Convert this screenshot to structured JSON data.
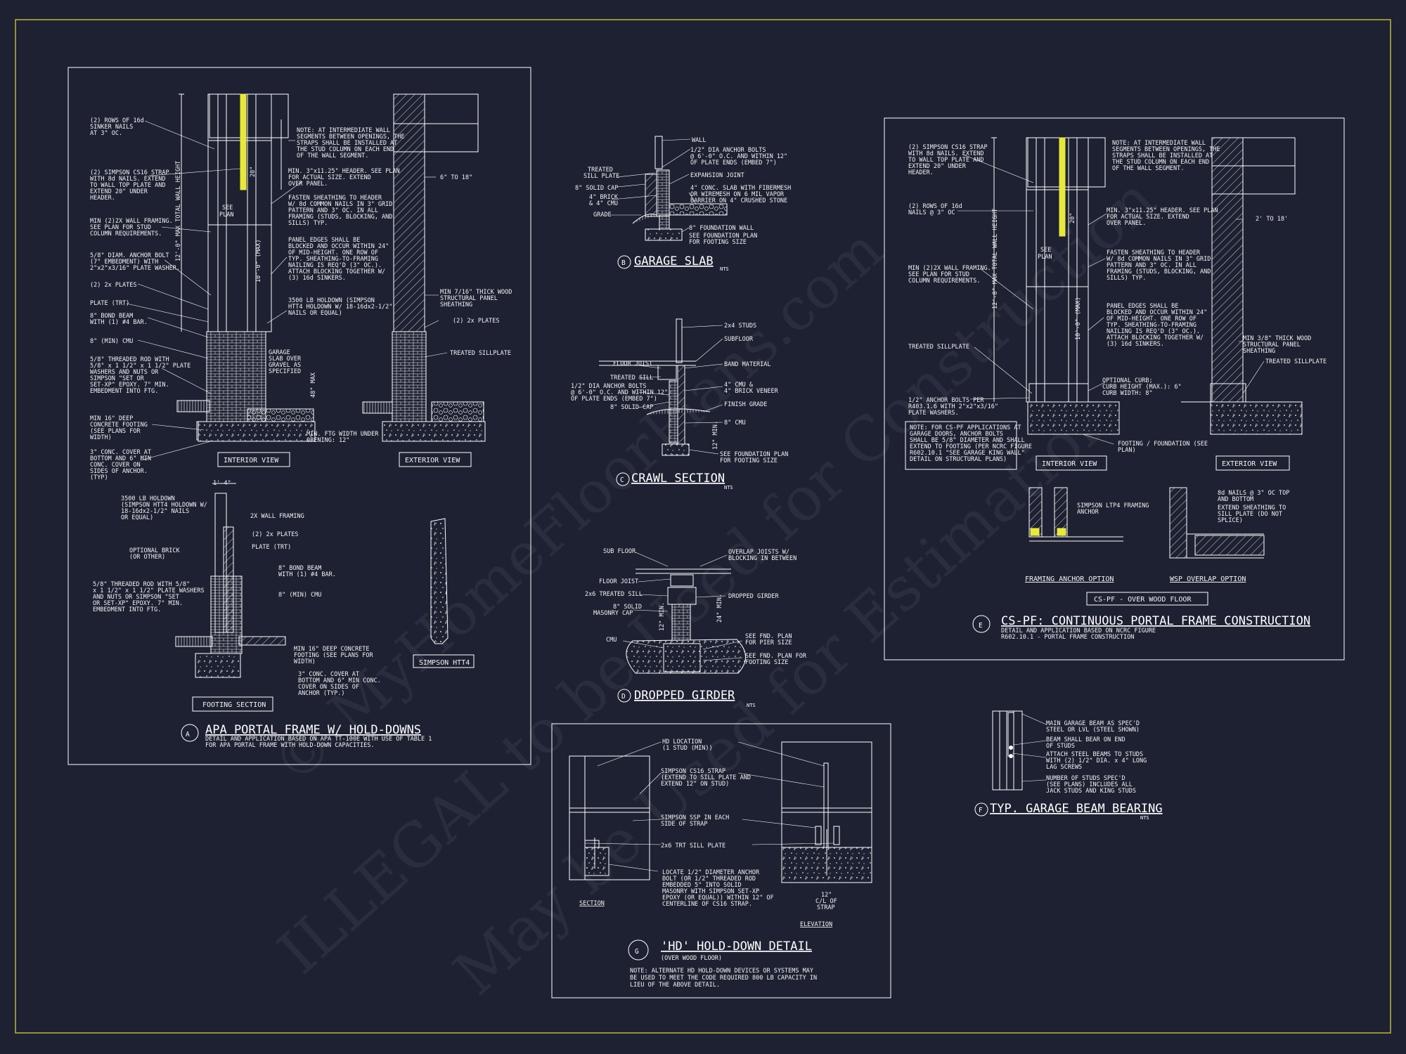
{
  "sheet": {
    "border_color": "#b9b83a",
    "background": "#1e2132",
    "line_color": "#ffffff",
    "highlight_color": "#e8e83a"
  },
  "watermark": {
    "line1": "© MyHomeFloorPlans.com",
    "line2": "ILLEGAL to be Used for Construction",
    "line3": "May be Used for Estimation"
  },
  "details": {
    "A": {
      "letter": "A",
      "title": "APA PORTAL FRAME W/ HOLD-DOWNS",
      "desc1": "DETAIL AND APPLICATION BASED ON APA TT-100E WITH USE OF TABLE 1",
      "desc2": "FOR APA PORTAL FRAME WITH HOLD-DOWN CAPACITIES.",
      "interior_view": "INTERIOR VIEW",
      "exterior_view": "EXTERIOR VIEW",
      "footing_section": "FOOTING SECTION",
      "simpson_htt4": "SIMPSON HTT4",
      "dim_1_4": "1'-4\"",
      "notes": {
        "n1": [
          "(2) ROWS OF 16d",
          "SINKER NAILS",
          "AT 3\" OC."
        ],
        "n2": [
          "(2) SIMPSON CS16 STRAP",
          "WITH 8d NAILS. EXTEND",
          "TO WALL TOP PLATE AND",
          "EXTEND 20\" UNDER",
          "HEADER."
        ],
        "n3": [
          "MIN (2)2X WALL FRAMING.",
          "SEE PLAN FOR STUD",
          "COLUMN REQUIREMENTS."
        ],
        "n4": [
          "5/8\" DIAM. ANCHOR BOLT",
          "(7\" EMBEDMENT) WITH",
          "2\"x2\"x3/16\" PLATE WASHER."
        ],
        "n5": "(2) 2x PLATES",
        "n6": "PLATE (TRT)",
        "n7": [
          "8\" BOND BEAM",
          "WITH (1) #4 BAR."
        ],
        "n8": "8\" (MIN) CMU",
        "n9": [
          "5/8\" THREADED ROD WITH",
          "5/8\" x 1 1/2\" x 1 1/2\" PLATE",
          "WASHERS AND NUTS OR",
          "SIMPSON \"SET OR",
          "SET-XP\" EPOXY. 7\" MIN.",
          "EMBEDMENT INTO FTG."
        ],
        "n10": [
          "MIN 16\" DEEP",
          "CONCRETE FOOTING",
          "(SEE PLANS FOR",
          "WIDTH)"
        ],
        "n11": [
          "3\" CONC. COVER AT",
          "BOTTOM AND 6\" MIN",
          "CONC. COVER ON",
          "SIDES OF ANCHOR.",
          "(TYP)"
        ],
        "r1": [
          "NOTE: AT INTERMEDIATE WALL",
          "SEGMENTS BETWEEN OPENINGS, THE",
          "STRAPS SHALL BE INSTALLED AT",
          "THE STUD COLUMN ON EACH END",
          "OF THE WALL SEGMENT."
        ],
        "r2": [
          "MIN. 3\"x11.25\" HEADER. SEE PLAN",
          "FOR ACTUAL SIZE. EXTEND",
          "OVER PANEL."
        ],
        "r3": [
          "FASTEN SHEATHING TO HEADER",
          "W/ 8d COMMON NAILS IN 3\" GRID",
          "PATTERN AND 3\" OC. IN ALL",
          "FRAMING (STUDS, BLOCKING, AND",
          "SILLS) TYP."
        ],
        "r4": [
          "PANEL EDGES SHALL BE",
          "BLOCKED AND OCCUR WITHIN 24\"",
          "OF MID-HEIGHT. ONE ROW OF",
          "TYP. SHEATHING-TO-FRAMING",
          "NAILING IS REQ'D (3\" OC.).",
          "ATTACH BLOCKING TOGETHER W/",
          "(3) 16d SINKERS."
        ],
        "r5": [
          "3500 LB HOLDOWN (SIMPSON",
          "HTT4 HOLDOWN W/ 18-16dx2-1/2\"",
          "NAILS OR EQUAL)"
        ],
        "garage_slab": [
          "GARAGE",
          "SLAB OVER",
          "GRAVEL AS",
          "SPECIFIED"
        ],
        "see_plan": [
          "SEE",
          "PLAN"
        ],
        "dim_20": "20\"",
        "dim_max": "10'-0\" (MAX)",
        "dim_wall": "12'-0\" MAX TOTAL WALL HEIGHT",
        "dim_48": "48\" MAX",
        "min_ftg": [
          "MIN. FTG WIDTH UNDER",
          "OPENING: 12\""
        ],
        "e1": "6\" TO 18\"",
        "e2": [
          "MIN 7/16\" THICK WOOD",
          "STRUCTURAL PANEL",
          "SHEATHING"
        ],
        "e3": "(2) 2x PLATES",
        "e4": "TREATED SILLPLATE",
        "f1": [
          "3500 LB HOLDOWN",
          "(SIMPSON HTT4 HOLDOWN W/",
          "18-16dx2-1/2\" NAILS",
          "OR EQUAL)"
        ],
        "f2": "2X WALL FRAMING",
        "f3": "(2) 2x PLATES",
        "f4": "PLATE (TRT)",
        "f5": [
          "OPTIONAL BRICK",
          "(OR OTHER)"
        ],
        "f6": [
          "8\" BOND BEAM",
          "WITH (1) #4 BAR."
        ],
        "f7": "8\" (MIN) CMU",
        "f8": [
          "5/8\" THREADED ROD WITH 5/8\"",
          "x 1 1/2\" x 1 1/2\" PLATE WASHERS",
          "AND NUTS OR SIMPSON \"SET",
          "OR SET-XP\" EPOXY. 7\" MIN.",
          "EMBEDMENT INTO FTG."
        ],
        "f9": [
          "MIN 16\" DEEP CONCRETE",
          "FOOTING (SEE PLANS FOR",
          "WIDTH)"
        ],
        "f10": [
          "3\" CONC. COVER AT",
          "BOTTOM AND 6\" MIN CONC.",
          "COVER ON SIDES OF",
          "ANCHOR (TYP.)"
        ]
      }
    },
    "B": {
      "letter": "B",
      "title": "GARAGE SLAB",
      "nts": "NTS",
      "notes": {
        "wall": "WALL",
        "anchor": [
          "1/2\" DIA ANCHOR BOLTS",
          "@ 6'-0\" O.C. AND WITHIN 12\"",
          "OF PLATE ENDS (EMBED 7\")"
        ],
        "treated": [
          "TREATED",
          "SILL PLATE"
        ],
        "solid_cap": "8\" SOLID CAP",
        "brick": [
          "4\" BRICK",
          "& 4\" CMU"
        ],
        "grade": "GRADE",
        "expansion": "EXPANSION JOINT",
        "slab": [
          "4\" CONC. SLAB WITH FIBERMESH",
          "OR WIREMESH ON 6 MIL VAPOR",
          "BARRIER ON 4\" CRUSHED STONE"
        ],
        "fwall": "8\" FOUNDATION WALL",
        "fplan": [
          "SEE FOUNDATION PLAN",
          "FOR FOOTING SIZE"
        ]
      }
    },
    "C": {
      "letter": "C",
      "title": "CRAWL SECTION",
      "nts": "NTS",
      "notes": {
        "studs": "2x4 STUDS",
        "subfloor": "SUBFLOOR",
        "floor_joist": "FLOOR JOIST",
        "band": "BAND MATERIAL",
        "treated_sill": "TREATED SILL",
        "cmu_brick": [
          "4\" CMU &",
          "4\" BRICK VENEER"
        ],
        "anchor": [
          "1/2\" DIA ANCHOR BOLTS",
          "@ 6'-0\" O.C. AND WITHIN 12\"",
          "OF PLATE ENDS (EMBED 7\")"
        ],
        "solid_cap": "8\" SOLID CAP",
        "finish_grade": "FINISH GRADE",
        "cmu": "8\" CMU",
        "dim": "12\" MIN.",
        "fplan": [
          "SEE FOUNDATION PLAN",
          "FOR FOOTING SIZE"
        ]
      }
    },
    "D": {
      "letter": "D",
      "title": "DROPPED GIRDER",
      "nts": "NTS",
      "notes": {
        "sub_floor": "SUB FLOOR",
        "overlap": [
          "OVERLAP JOISTS W/",
          "BLOCKING IN BETWEEN"
        ],
        "floor_joist": "FLOOR JOIST",
        "treated_sill": "2x6 TREATED SILL",
        "dropped": "DROPPED GIRDER",
        "masonry_cap": [
          "8\" SOLID",
          "MASONRY CAP"
        ],
        "cmu": "CMU",
        "pier": [
          "SEE FND. PLAN",
          "FOR PIER SIZE"
        ],
        "footing": [
          "SEE FND. PLAN FOR",
          "FOOTING SIZE"
        ],
        "dim1": "24\" MIN.",
        "dim2": "12\" MIN."
      }
    },
    "E": {
      "letter": "E",
      "title": "CS-PF: CONTINUOUS PORTAL FRAME CONSTRUCTION",
      "desc1": "DETAIL AND APPLICATION BASED ON NCRC FIGURE",
      "desc2": "R602.10.1 - PORTAL FRAME CONSTRUCTION",
      "interior_view": "INTERIOR VIEW",
      "exterior_view": "EXTERIOR VIEW",
      "framing_anchor": "FRAMING ANCHOR OPTION",
      "wsp_overlap": "WSP OVERLAP OPTION",
      "cs_pf_box": "CS-PF - OVER WOOD FLOOR",
      "notes": {
        "l1": [
          "(2) SIMPSON CS16 STRAP",
          "WITH 8d NAILS. EXTEND",
          "TO WALL TOP PLATE AND",
          "EXTEND 20\" UNDER",
          "HEADER."
        ],
        "l2": [
          "(2) ROWS OF 16d",
          "NAILS @ 3\" OC"
        ],
        "l3": [
          "MIN (2)2X WALL FRAMING.",
          "SEE PLAN FOR STUD",
          "COLUMN REQUIREMENTS."
        ],
        "l4": "TREATED SILLPLATE",
        "l5": [
          "1/2\" ANCHOR BOLTS PER",
          "R403.1.6 WITH 2\"x2\"x3/16\"",
          "PLATE WASHERS."
        ],
        "box": [
          "NOTE: FOR CS-PF APPLICATIONS AT",
          "GARAGE DOORS, ANCHOR BOLTS",
          "SHALL BE 5/8\" DIAMETER AND SHALL",
          "EXTEND TO FOOTING (PER NCRC FIGURE",
          "R602.10.1 \"SEE GARAGE KING WALL\"",
          "DETAIL ON STRUCTURAL PLANS)"
        ],
        "r1": [
          "NOTE: AT INTERMEDIATE WALL",
          "SEGMENTS BETWEEN OPENINGS, THE",
          "STRAPS SHALL BE INSTALLED AT",
          "THE STUD COLUMN ON EACH END",
          "OF THE WALL SEGMENT."
        ],
        "r2": [
          "MIN. 3\"x11.25\" HEADER. SEE PLAN",
          "FOR ACTUAL SIZE. EXTEND",
          "OVER PANEL."
        ],
        "r3": [
          "FASTEN SHEATHING TO HEADER",
          "W/ 8d COMMON NAILS IN 3\" GRID",
          "PATTERN AND 3\" OC. IN ALL",
          "FRAMING (STUDS, BLOCKING, AND",
          "SILLS) TYP."
        ],
        "r4": [
          "PANEL EDGES SHALL BE",
          "BLOCKED AND OCCUR WITHIN 24\"",
          "OF MID-HEIGHT. ONE ROW OF",
          "TYP. SHEATHING-TO-FRAMING",
          "NAILING IS REQ'D (3\" OC.).",
          "ATTACH BLOCKING TOGETHER W/",
          "(3) 16d SINKERS."
        ],
        "r5": [
          "OPTIONAL CURB;",
          "CURB HEIGHT (MAX.): 6\"",
          "CURB WIDTH: 8\""
        ],
        "r6": [
          "FOOTING / FOUNDATION (SEE",
          "PLAN)"
        ],
        "e1": "2' TO 18'",
        "e2": [
          "MIN 3/8\" THICK WOOD",
          "STRUCTURAL PANEL",
          "SHEATHING"
        ],
        "e3": "TREATED SILLPLATE",
        "fa": [
          "SIMPSON LTP4 FRAMING",
          "ANCHOR"
        ],
        "wsp": [
          "8d NAILS @ 3\" OC TOP",
          "AND BOTTOM",
          "EXTEND SHEATHING TO",
          "SILL PLATE (DO NOT",
          "SPLICE)"
        ],
        "see_plan": [
          "SEE",
          "PLAN"
        ],
        "dim_20": "20\"",
        "dim_max": "10'-0\" (MAX)",
        "dim_wall": "12'-0\" MAX TOTAL WALL HEIGHT"
      }
    },
    "F": {
      "letter": "F",
      "title": "TYP. GARAGE BEAM BEARING",
      "nts": "NTS",
      "notes": {
        "n1": [
          "MAIN GARAGE BEAM AS SPEC'D",
          "STEEL OR LVL (STEEL SHOWN)"
        ],
        "n2": [
          "BEAM SHALL BEAR ON END",
          "OF STUDS"
        ],
        "n3": [
          "ATTACH STEEL BEAMS TO STUDS",
          "WITH (2) 1/2\" DIA. x 4\" LONG",
          "LAG SCREWS"
        ],
        "n4": [
          "NUMBER OF STUDS SPEC'D",
          "(SEE PLANS) INCLUDES ALL",
          "JACK STUDS AND KING STUDS"
        ]
      }
    },
    "G": {
      "letter": "G",
      "title": "'HD' HOLD-DOWN DETAIL",
      "subtitle": "(OVER WOOD FLOOR)",
      "note": [
        "NOTE: ALTERNATE HD HOLD-DOWN DEVICES OR SYSTEMS MAY",
        "BE USED TO MEET THE CODE REQUIRED 800 LB CAPACITY IN",
        "LIEU OF THE ABOVE DETAIL."
      ],
      "section": "SECTION",
      "elevation": "ELEVATION",
      "notes": {
        "n1": [
          "HD LOCATION",
          "(1 STUD (MIN))"
        ],
        "n2": [
          "SIMPSON CS16 STRAP",
          "(EXTEND TO SILL PLATE AND",
          "EXTEND 12\" ON STUD)"
        ],
        "n3": [
          "SIMPSON SSP IN EACH",
          "SIDE OF STRAP"
        ],
        "n4": "2x6 TRT SILL PLATE",
        "n5": [
          "LOCATE 1/2\" DIAMETER ANCHOR",
          "BOLT (OR 1/2\" THREADED ROD",
          "EMBEDDED 5\" INTO SOLID",
          "MASONRY WITH SIMPSON SET-XP",
          "EPOXY (OR EQUAL)) WITHIN 12\" OF",
          "CENTERLINE OF CS16 STRAP."
        ],
        "dim": [
          "12\"",
          "C/L OF",
          "STRAP"
        ]
      }
    }
  }
}
